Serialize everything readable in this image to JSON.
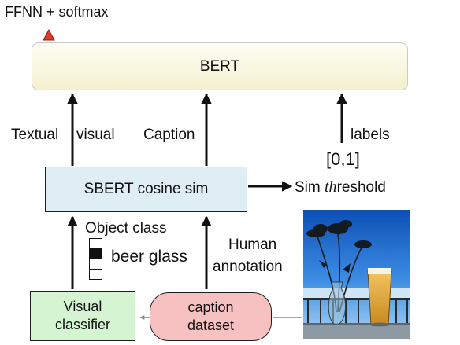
{
  "top_label": "FFNN + softmax",
  "bert": {
    "label": "BERT"
  },
  "sbert": {
    "label": "SBERT cosine sim"
  },
  "visual_classifier": {
    "line1": "Visual",
    "line2": "classifier"
  },
  "caption_dataset": {
    "line1": "caption",
    "line2": "dataset"
  },
  "edge_labels": {
    "textual": "Textual",
    "visual": "visual",
    "caption": "Caption",
    "labels": "labels",
    "range": "[0,1]",
    "sim_threshold_prefix": "Sim ",
    "sim_threshold_italic": "th",
    "sim_threshold_suffix": "reshold",
    "object_class": "Object class",
    "beer_glass": "beer glass",
    "human_line1": "Human",
    "human_line2": "annotation"
  },
  "object_class_bars": {
    "cells": 4,
    "selected_index": 1
  },
  "colors": {
    "bert_fill": "#f6f3d6",
    "sbert_fill": "#dfedf5",
    "classifier_fill": "#d5f5d2",
    "dataset_fill": "#f8c1c1",
    "triangle": "#e03a2a"
  }
}
